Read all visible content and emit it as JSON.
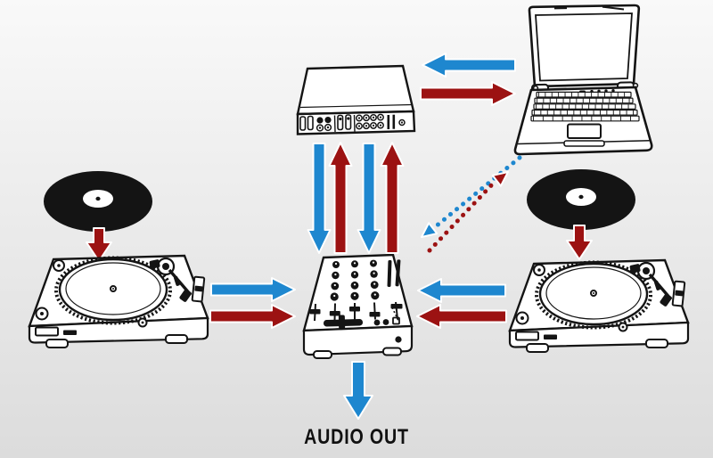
{
  "labels": {
    "audio_out": "AUDIO OUT"
  },
  "colors": {
    "signal_blue": "#1e87cf",
    "signal_red": "#9c1212",
    "outline": "#141414",
    "background_top": "#f9f9f9",
    "background_bottom": "#dcdcdc",
    "label_color": "#111111"
  },
  "nodes": [
    {
      "id": "laptop",
      "icon": "laptop-icon"
    },
    {
      "id": "audio-interface",
      "icon": "audio-interface-icon"
    },
    {
      "id": "mixer",
      "icon": "dj-mixer-icon"
    },
    {
      "id": "turntable-left",
      "icon": "turntable-icon"
    },
    {
      "id": "turntable-right",
      "icon": "turntable-icon"
    },
    {
      "id": "vinyl-record-left",
      "icon": "vinyl-record-icon"
    },
    {
      "id": "vinyl-record-right",
      "icon": "vinyl-record-icon"
    }
  ],
  "connections": [
    {
      "from": "laptop",
      "to": "audio-interface",
      "color": "blue",
      "style": "solid"
    },
    {
      "from": "audio-interface",
      "to": "laptop",
      "color": "red",
      "style": "solid"
    },
    {
      "from": "audio-interface",
      "to": "mixer",
      "color": "blue",
      "style": "solid",
      "count": 2
    },
    {
      "from": "mixer",
      "to": "audio-interface",
      "color": "red",
      "style": "solid",
      "count": 2
    },
    {
      "from": "vinyl-record-left",
      "to": "turntable-left",
      "color": "red",
      "style": "solid"
    },
    {
      "from": "vinyl-record-right",
      "to": "turntable-right",
      "color": "red",
      "style": "solid"
    },
    {
      "from": "turntable-left",
      "to": "mixer",
      "color": "blue",
      "style": "solid"
    },
    {
      "from": "turntable-left",
      "to": "mixer",
      "color": "red",
      "style": "solid"
    },
    {
      "from": "turntable-right",
      "to": "mixer",
      "color": "blue",
      "style": "solid"
    },
    {
      "from": "turntable-right",
      "to": "mixer",
      "color": "red",
      "style": "solid"
    },
    {
      "from": "laptop",
      "to": "mixer",
      "color": "blue",
      "style": "dotted"
    },
    {
      "from": "mixer",
      "to": "laptop",
      "color": "red",
      "style": "dotted"
    },
    {
      "from": "mixer",
      "to": "audio-out",
      "color": "blue",
      "style": "solid"
    }
  ]
}
